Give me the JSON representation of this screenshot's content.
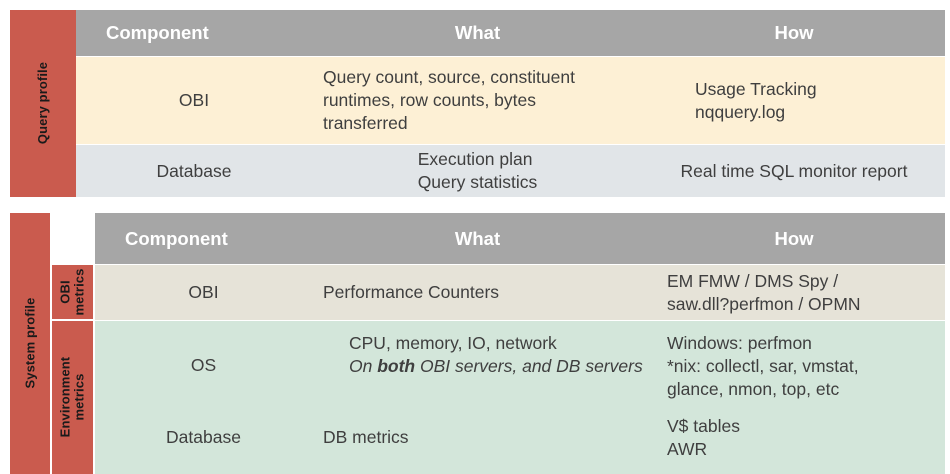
{
  "colors": {
    "red": "#ca5b4e",
    "header_gray": "#a6a6a6",
    "cream": "#fdf0d5",
    "blue_gray": "#e1e5e8",
    "beige": "#e6e3d8",
    "mint": "#d3e6da",
    "text": "#3f3f3f",
    "header_text": "#ffffff",
    "page_background": "#ffffff"
  },
  "tables": {
    "query_profile": {
      "side_label": "Query profile",
      "headers": {
        "component": "Component",
        "what": "What",
        "how": "How"
      },
      "rows": [
        {
          "component": "OBI",
          "what_lines": [
            "Query count, source, constituent",
            "runtimes, row counts, bytes",
            "transferred"
          ],
          "how_lines": [
            "Usage Tracking",
            "nqquery.log"
          ]
        },
        {
          "component": "Database",
          "what_lines": [
            "Execution plan",
            "Query statistics"
          ],
          "how_lines": [
            "Real time SQL monitor report"
          ]
        }
      ]
    },
    "system_profile": {
      "side_label": "System profile",
      "group_labels": {
        "obi_metrics": "OBI metrics",
        "environment_metrics": "Environment metrics"
      },
      "headers": {
        "component": "Component",
        "what": "What",
        "how": "How"
      },
      "rows": [
        {
          "component": "OBI",
          "what_lines": [
            "Performance Counters"
          ],
          "how_lines": [
            "EM FMW / DMS Spy /",
            "saw.dll?perfmon / OPMN"
          ]
        },
        {
          "component": "OS",
          "what_lines": [
            "CPU, memory, IO, network"
          ],
          "what_italic_prefix": "On ",
          "what_italic_bold": "both",
          "what_italic_suffix": " OBI servers, and DB servers",
          "how_lines": [
            "Windows: perfmon",
            "*nix: collectl, sar, vmstat,",
            "glance, nmon, top, etc"
          ]
        },
        {
          "component": "Database",
          "what_lines": [
            "DB metrics"
          ],
          "how_lines": [
            "V$ tables",
            "AWR"
          ]
        }
      ]
    }
  }
}
